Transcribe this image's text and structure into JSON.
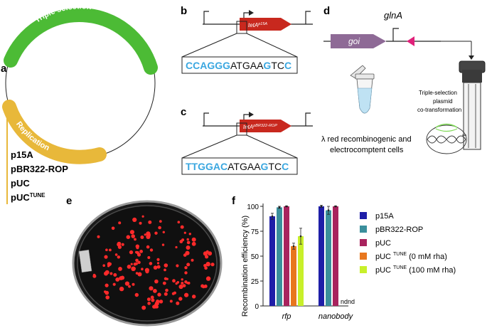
{
  "panel_labels": {
    "a": "a",
    "b": "b",
    "c": "c",
    "d": "d",
    "e": "e",
    "f": "f"
  },
  "panel_a": {
    "arc_top_label": "Triple selection",
    "arc_bottom_label": "Replication",
    "origins": [
      "p15A",
      "pBR322-ROP",
      "pUC"
    ],
    "origin_tune_base": "pUC",
    "origin_tune_sup": "TUNE",
    "colors": {
      "triple": "#4cbb35",
      "replication": "#e8b83a"
    }
  },
  "panel_b": {
    "gene_label": "tetA",
    "gene_sup": "p15A",
    "seq": [
      {
        "t": "CCAGGG",
        "c": "blue"
      },
      {
        "t": "ATGAA",
        "c": "black"
      },
      {
        "t": "G",
        "c": "blue"
      },
      {
        "t": "TC",
        "c": "black"
      },
      {
        "t": "C",
        "c": "blue"
      }
    ]
  },
  "panel_c": {
    "gene_label": "tetA",
    "gene_sup": "pBR322-ROP",
    "seq": [
      {
        "t": "TTGGAC",
        "c": "blue"
      },
      {
        "t": "ATGAA",
        "c": "black"
      },
      {
        "t": "G",
        "c": "blue"
      },
      {
        "t": "TC",
        "c": "black"
      },
      {
        "t": "C",
        "c": "blue"
      }
    ]
  },
  "panel_d": {
    "glna_label": "glnA",
    "goi_label": "goi",
    "cells_line1": "λ red recombinogenic and",
    "cells_line2": "electrocomptent  cells",
    "plasmid_line1": "Triple-selection",
    "plasmid_line2": "plasmid",
    "plasmid_line3": "co-transformation"
  },
  "colors": {
    "seq_blue": "#3aa7e0",
    "gene_red": "#c8281e",
    "goi": "#8e6a96",
    "pink": "#e0217a"
  },
  "chart_data": {
    "type": "bar",
    "ylabel": "Recombination efficiency (%)",
    "ylim": [
      0,
      100
    ],
    "yticks": [
      0,
      25,
      50,
      75,
      100
    ],
    "categories": [
      "rfp",
      "nanobody"
    ],
    "series": [
      {
        "name": "p15A",
        "color": "#1e1ea8",
        "values": [
          90,
          100
        ],
        "errors": [
          3,
          1
        ]
      },
      {
        "name": "pBR322-ROP",
        "color": "#3a8f9c",
        "values": [
          99,
          96
        ],
        "errors": [
          1,
          4
        ]
      },
      {
        "name": "pUC",
        "color": "#a8235e",
        "values": [
          100,
          100
        ],
        "errors": [
          0.5,
          0.5
        ]
      },
      {
        "name": "pUC",
        "name_sup": "TUNE",
        "name_suffix": " (0 mM rha)",
        "color": "#e8771e",
        "values": [
          60,
          null
        ],
        "errors": [
          3,
          0
        ]
      },
      {
        "name": "pUC",
        "name_sup": "TUNE",
        "name_suffix": " (100 mM rha)",
        "color": "#c8f02a",
        "values": [
          70,
          null
        ],
        "errors": [
          8,
          0
        ]
      }
    ],
    "missing_label": "nd",
    "grid": false,
    "legend": "right"
  }
}
